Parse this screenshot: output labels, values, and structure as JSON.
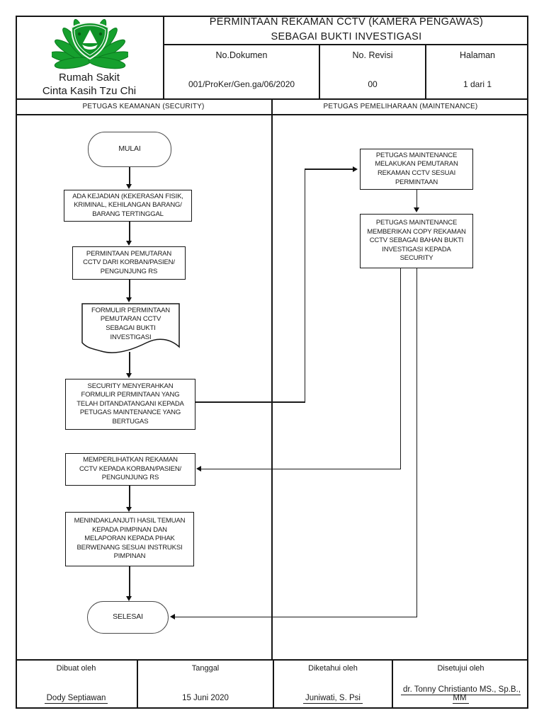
{
  "document": {
    "hospital": {
      "line1": "Rumah Sakit",
      "line2": "Cinta Kasih Tzu Chi"
    },
    "title": "PERMINTAAN REKAMAN CCTV (KAMERA PENGAWAS)\nSEBAGAI BUKTI INVESTIGASI",
    "fields": [
      {
        "label": "No.Dokumen",
        "value": "001/ProKer/Gen.ga/06/2020"
      },
      {
        "label": "No. Revisi",
        "value": "00"
      },
      {
        "label": "Halaman",
        "value": "1 dari 1"
      }
    ],
    "lanes": [
      {
        "label": "PETUGAS KEAMANAN (SECURITY)"
      },
      {
        "label": "PETUGAS PEMELIHARAAN (MAINTENANCE)"
      }
    ]
  },
  "flowchart": {
    "nodes": [
      {
        "id": "mulai",
        "type": "terminator",
        "label": "MULAI"
      },
      {
        "id": "ada-kejadian",
        "type": "process",
        "label": "ADA KEJADIAN (KEKERASAN FISIK,\nKRIMINAL, KEHILANGAN BARANG/\nBARANG TERTINGGAL"
      },
      {
        "id": "permintaan-pemutaran",
        "type": "process",
        "label": "PERMINTAAN PEMUTARAN\nCCTV DARI KORBAN/PASIEN/\nPENGUNJUNG RS"
      },
      {
        "id": "formulir-permintaan",
        "type": "document",
        "label": "FORMULIR PERMINTAAN\nPEMUTARAN CCTV\nSEBAGAI BUKTI\nINVESTIGASI"
      },
      {
        "id": "security-menyerahkan",
        "type": "process",
        "label": "SECURITY MENYERAHKAN\nFORMULIR PERMINTAAN YANG\nTELAH DITANDATANGANI KEPADA\nPETUGAS MAINTENANCE YANG\nBERTUGAS"
      },
      {
        "id": "memperlihatkan-rekaman",
        "type": "process",
        "label": "MEMPERLIHATKAN REKAMAN\nCCTV KEPADA KORBAN/PASIEN/\nPENGUNJUNG RS"
      },
      {
        "id": "menindaklanjuti",
        "type": "process",
        "label": "MENINDAKLANJUTI HASIL TEMUAN\nKEPADA PIMPINAN DAN\nMELAPORAN KEPADA PIHAK\nBERWENANG SESUAI INSTRUKSI\nPIMPINAN"
      },
      {
        "id": "selesai",
        "type": "terminator",
        "label": "SELESAI"
      },
      {
        "id": "maintenance-pemutaran",
        "type": "process",
        "label": "PETUGAS MAINTENANCE\nMELAKUKAN PEMUTARAN\nREKAMAN CCTV SESUAI\nPERMINTAAN"
      },
      {
        "id": "maintenance-copy",
        "type": "process",
        "label": "PETUGAS MAINTENANCE\nMEMBERIKAN COPY REKAMAN\nCCTV SEBAGAI BAHAN BUKTI\nINVESTIGASI KEPADA\nSECURITY"
      }
    ]
  },
  "footer": {
    "cells": [
      {
        "label": "Dibuat oleh",
        "value": "Dody Septiawan"
      },
      {
        "label": "Tanggal",
        "value": "15 Juni 2020"
      },
      {
        "label": "Diketahui oleh",
        "value": "Juniwati, S. Psi"
      },
      {
        "label": "Disetujui oleh",
        "value": "dr. Tonny Christianto MS., Sp.B., MM"
      }
    ]
  },
  "colors": {
    "ink": "#1a1a1a",
    "logo_green": "#16a02e",
    "logo_green_dark": "#0b7a1f",
    "paper": "#ffffff"
  }
}
